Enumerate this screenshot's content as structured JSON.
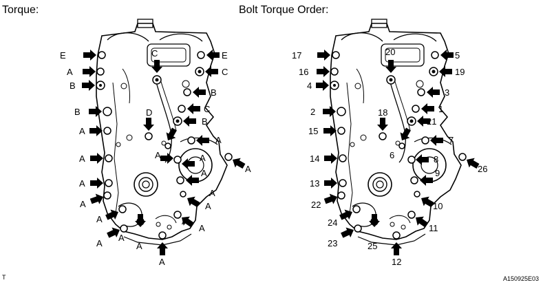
{
  "titles": {
    "left": "Torque:",
    "right": "Bolt Torque Order:"
  },
  "footer": {
    "left_mark": "T",
    "figure_code": "A150925E03"
  },
  "left_callouts": [
    "E",
    "E",
    "A",
    "C",
    "B",
    "C",
    "B",
    "D",
    "B",
    "C",
    "B",
    "A",
    "A",
    "A",
    "A",
    "A",
    "A",
    "A",
    "A",
    "A",
    "A",
    "A",
    "A",
    "A",
    "A",
    "A",
    "A",
    "A",
    "A"
  ],
  "right_callouts": [
    "17",
    "5",
    "20",
    "16",
    "19",
    "4",
    "3",
    "1",
    "2",
    "18",
    "15",
    "21",
    "7",
    "6",
    "14",
    "8",
    "26",
    "9",
    "13",
    "22",
    "10",
    "24",
    "11",
    "23",
    "25",
    "12"
  ]
}
